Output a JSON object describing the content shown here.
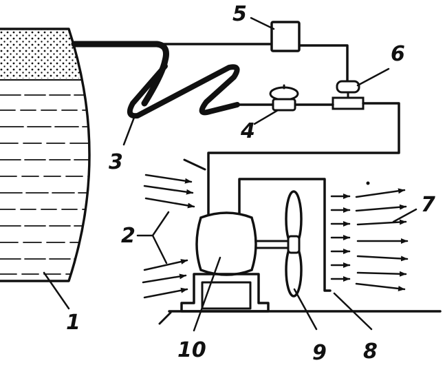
{
  "diagram": {
    "ink_color": "#111111",
    "background": "#ffffff",
    "labels": [
      {
        "id": "1",
        "text": "1"
      },
      {
        "id": "2",
        "text": "2"
      },
      {
        "id": "3",
        "text": "3"
      },
      {
        "id": "4",
        "text": "4"
      },
      {
        "id": "5",
        "text": "5"
      },
      {
        "id": "6",
        "text": "6"
      },
      {
        "id": "7",
        "text": "7"
      },
      {
        "id": "8",
        "text": "8"
      },
      {
        "id": "9",
        "text": "9"
      },
      {
        "id": "10",
        "text": "10"
      }
    ]
  }
}
